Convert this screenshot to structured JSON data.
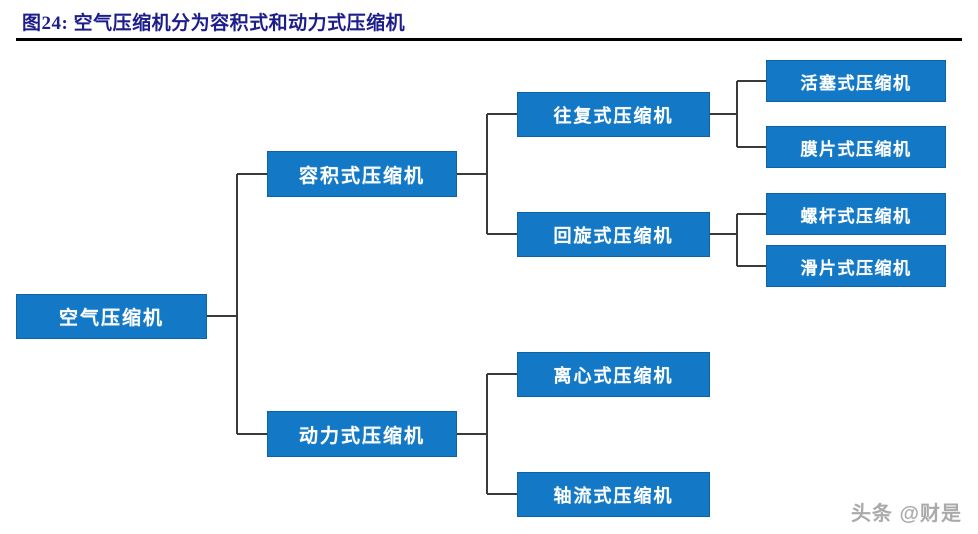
{
  "figure": {
    "title": "图24: 空气压缩机分为容积式和动力式压缩机",
    "title_color": "#1d1d8c",
    "node_fill": "#1379c6",
    "node_text_color": "#ffffff",
    "connector_color": "#3a3a3a",
    "background": "#ffffff"
  },
  "watermark": {
    "text": "头条 @财是"
  },
  "chart_data": {
    "type": "diagram",
    "subtype": "hierarchy-tree",
    "title": "图24: 空气压缩机分为容积式和动力式压缩机",
    "orientation": "left-to-right",
    "levels": 4,
    "nodes": [
      {
        "id": "n0",
        "label": "空气压缩机",
        "level": 1,
        "parent": null
      },
      {
        "id": "n1",
        "label": "容积式压缩机",
        "level": 2,
        "parent": "n0"
      },
      {
        "id": "n2",
        "label": "动力式压缩机",
        "level": 2,
        "parent": "n0"
      },
      {
        "id": "n3",
        "label": "往复式压缩机",
        "level": 3,
        "parent": "n1"
      },
      {
        "id": "n4",
        "label": "回旋式压缩机",
        "level": 3,
        "parent": "n1"
      },
      {
        "id": "n5",
        "label": "离心式压缩机",
        "level": 3,
        "parent": "n2"
      },
      {
        "id": "n6",
        "label": "轴流式压缩机",
        "level": 3,
        "parent": "n2"
      },
      {
        "id": "n7",
        "label": "活塞式压缩机",
        "level": 4,
        "parent": "n3"
      },
      {
        "id": "n8",
        "label": "膜片式压缩机",
        "level": 4,
        "parent": "n3"
      },
      {
        "id": "n9",
        "label": "螺杆式压缩机",
        "level": 4,
        "parent": "n4"
      },
      {
        "id": "n10",
        "label": "滑片式压缩机",
        "level": 4,
        "parent": "n4"
      }
    ],
    "edges": [
      {
        "from": "n0",
        "to": "n1"
      },
      {
        "from": "n0",
        "to": "n2"
      },
      {
        "from": "n1",
        "to": "n3"
      },
      {
        "from": "n1",
        "to": "n4"
      },
      {
        "from": "n2",
        "to": "n5"
      },
      {
        "from": "n2",
        "to": "n6"
      },
      {
        "from": "n3",
        "to": "n7"
      },
      {
        "from": "n3",
        "to": "n8"
      },
      {
        "from": "n4",
        "to": "n9"
      },
      {
        "from": "n4",
        "to": "n10"
      }
    ]
  }
}
